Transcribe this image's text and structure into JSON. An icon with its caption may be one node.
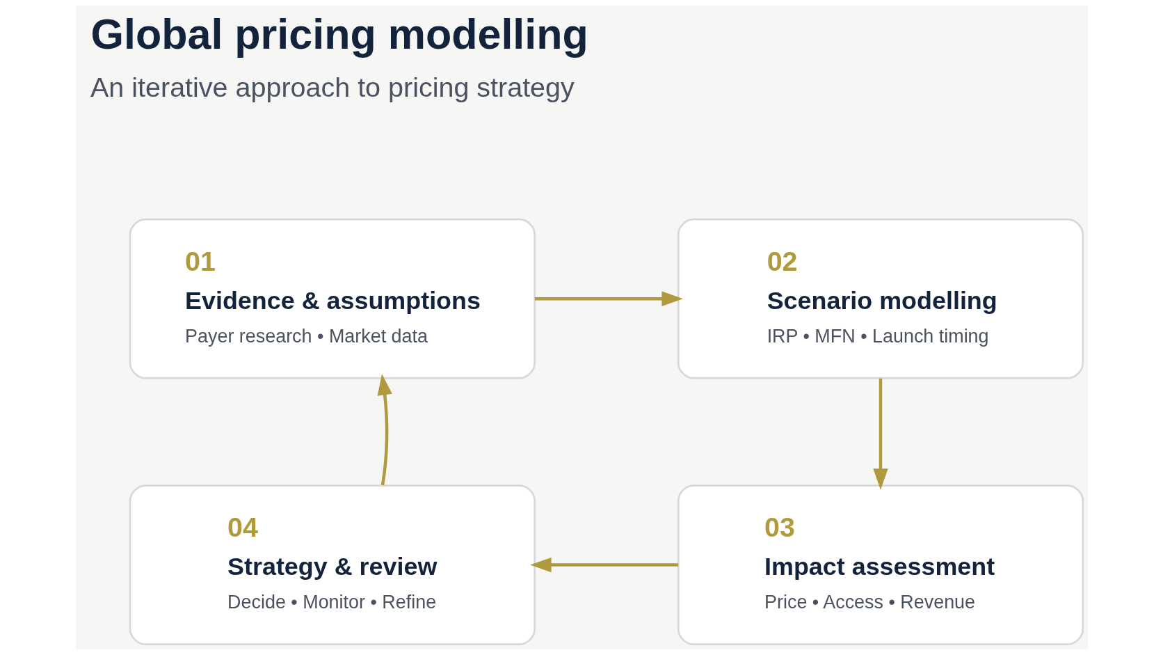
{
  "diagram": {
    "title": "Global pricing modelling",
    "nodes": [
      {
        "text": [
          "01",
          "Evidence & assumptions",
          "Payer research • Market data"
        ]
      },
      {
        "text": [
          "02",
          "Scenario modelling",
          "IRP • MFN • Launch timing"
        ]
      },
      {
        "text": [
          "03",
          "Impact assessment",
          "Price • Access • Revenue"
        ]
      },
      {
        "text": [
          "04",
          "Strategy & review",
          "Decide • Monitor • Refine"
        ]
      }
    ],
    "edges": [
      {
        "from": 0,
        "to": 1,
        "arrow": "to"
      },
      {
        "from": 1,
        "to": 2,
        "arrow": "to"
      },
      {
        "from": 2,
        "to": 3,
        "arrow": "to"
      },
      {
        "from": 3,
        "to": 0,
        "arrow": "to"
      }
    ],
    "labels": [
      "An iterative approach to pricing strategy"
    ]
  }
}
